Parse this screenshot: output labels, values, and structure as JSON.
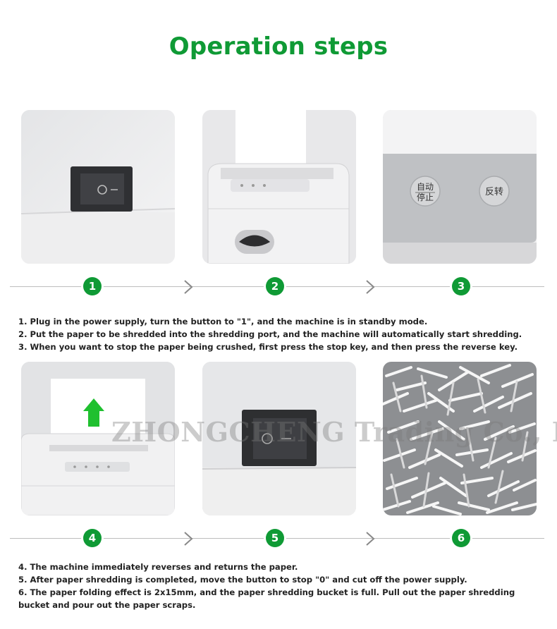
{
  "title": "Operation steps",
  "steps": [
    {
      "number": "1"
    },
    {
      "number": "2"
    },
    {
      "number": "3"
    },
    {
      "number": "4"
    },
    {
      "number": "5"
    },
    {
      "number": "6"
    }
  ],
  "photo3": {
    "key_stop_line1": "自动",
    "key_stop_line2": "停止",
    "key_reverse": "反转"
  },
  "instructions_top": [
    "1. Plug in the power supply, turn the button to \"1\", and the machine is in standby mode.",
    "2. Put the paper to be shredded into the shredding port, and the machine will automatically start shredding.",
    "3. When you want to stop the paper being crushed, first press the stop key, and then press the reverse key."
  ],
  "instructions_bottom": [
    "4. The machine immediately reverses and returns the paper.",
    "5. After paper shredding is completed, move the button to stop \"0\" and cut off the power supply.",
    "6. The paper folding effect is 2x15mm, and the paper shredding bucket is full. Pull out the paper shredding bucket and pour out the paper scraps."
  ],
  "watermark": "ZHONGCHENG Trading Co., Ltd.",
  "colors": {
    "accent": "#0f9a35"
  },
  "icons": [
    "chevron-right-icon",
    "arrow-up-icon",
    "power-switch-icon"
  ]
}
